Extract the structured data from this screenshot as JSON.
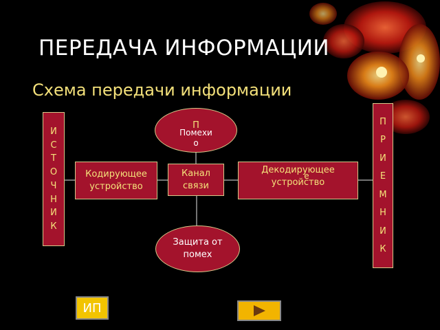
{
  "slide": {
    "title": "ПЕРЕДАЧА ИНФОРМАЦИИ",
    "subtitle": "Схема передачи информации"
  },
  "diagram": {
    "source_letters": [
      "И",
      "С",
      "Т",
      "О",
      "Ч",
      "Н",
      "И",
      "К"
    ],
    "receiver_letters": [
      "П",
      "Р",
      "И",
      "Е",
      "М",
      "Н",
      "И",
      "К"
    ],
    "encoder_line1": "Кодирующее",
    "encoder_line2": "устройство",
    "channel_line1": "Канал",
    "channel_line2": "связи",
    "decoder_line1": "Декодирующее",
    "decoder_line2": "устройство",
    "decoder_overlap": "е",
    "noise_p": "П",
    "noise_label": "Помехи",
    "noise_o": "о",
    "protection_line1": "Защита от",
    "protection_line2": "помех"
  },
  "nav": {
    "ip_label": "ИП",
    "next_icon": "play-right-icon"
  },
  "colors": {
    "background": "#000000",
    "box_fill": "#a3132c",
    "box_text": "#f4e27a",
    "subtitle": "#f3e07a",
    "button": "#f2c400"
  }
}
